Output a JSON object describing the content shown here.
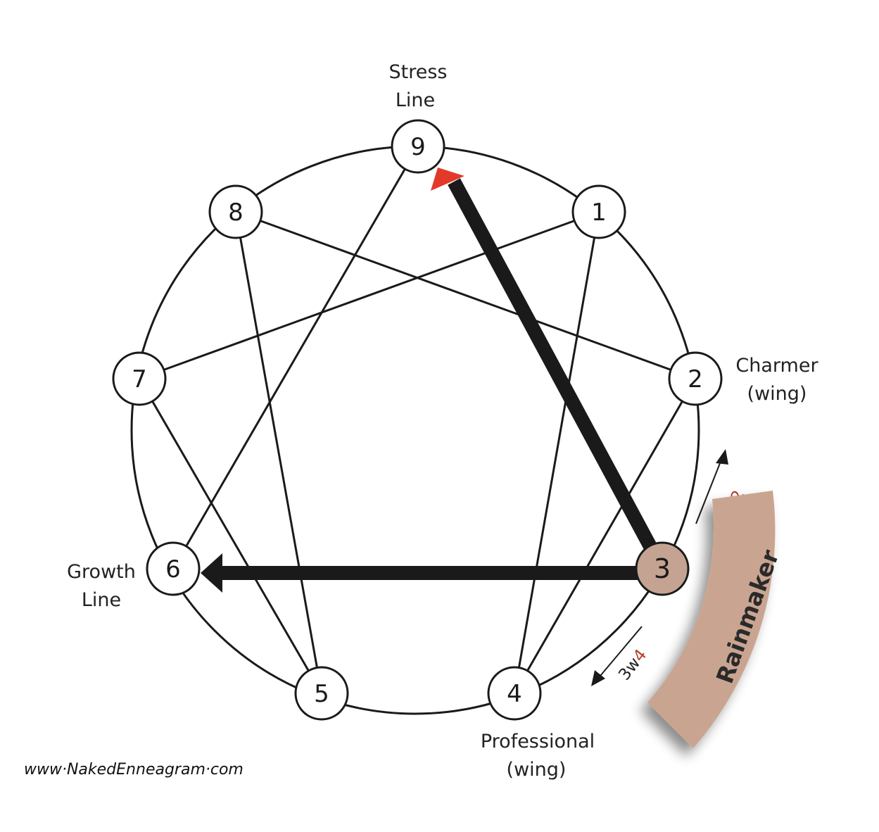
{
  "nodes": {
    "n1": "1",
    "n2": "2",
    "n3": "3",
    "n4": "4",
    "n5": "5",
    "n6": "6",
    "n7": "7",
    "n8": "8",
    "n9": "9"
  },
  "labels": {
    "stress_line_1": "Stress",
    "stress_line_2": "Line",
    "growth_line_1": "Growth",
    "growth_line_2": "Line",
    "charmer_1": "Charmer",
    "charmer_2": "(wing)",
    "professional_1": "Professional",
    "professional_2": "(wing)"
  },
  "wings": {
    "upper_prefix": "3w",
    "upper_digit": "2",
    "lower_prefix": "3w",
    "lower_digit": "4"
  },
  "banner": "Rainmaker",
  "website": "www·NakedEnneagram·com",
  "colors": {
    "highlight_node": "#c4a392",
    "banner_fill": "#c9a591",
    "stress_arrow": "#e23a2a",
    "wing_digit": "#b5402a",
    "lines": "#1a1a1a"
  }
}
